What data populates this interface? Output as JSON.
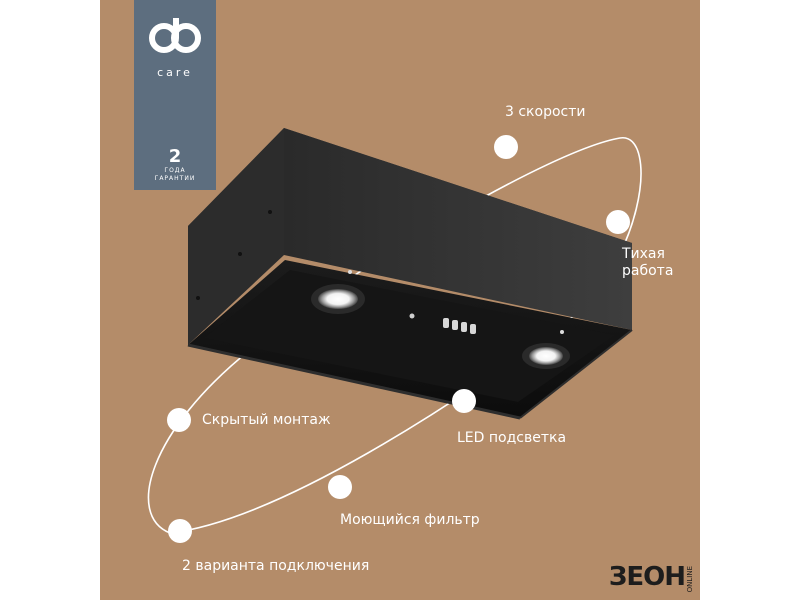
{
  "brand": {
    "name": "care",
    "warranty_number": "2",
    "warranty_line1": "ГОДА",
    "warranty_line2": "ГАРАНТИИ"
  },
  "features": [
    {
      "id": "speeds",
      "label": "3 скорости"
    },
    {
      "id": "quiet",
      "label": "Тихая\nработа"
    },
    {
      "id": "hidden",
      "label": "Скрытый монтаж"
    },
    {
      "id": "led",
      "label": "LED подсветка"
    },
    {
      "id": "filter",
      "label": "Моющийся фильтр"
    },
    {
      "id": "connect",
      "label": "2 варианта подключения"
    }
  ],
  "store": {
    "word": "ЗЕОН",
    "tag": "ONLINE"
  },
  "colors": {
    "background": "#b48c69",
    "badge": "#5d6e7f",
    "hood_dark": "#1a1a1a",
    "hood_side": "#3a3a3a",
    "accent": "#ffffff"
  }
}
